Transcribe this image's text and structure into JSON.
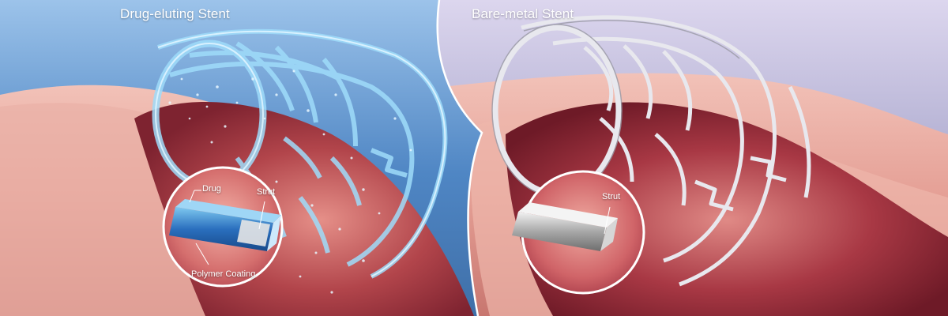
{
  "panels": {
    "left": {
      "title": "Drug-eluting Stent",
      "callout": {
        "drug_label": "Drug",
        "strut_label": "Strut",
        "coating_label": "Polymer Coating"
      }
    },
    "right": {
      "title": "Bare-metal Stent",
      "callout": {
        "strut_label": "Strut"
      }
    }
  },
  "colors": {
    "left_sky": "#4f86c4",
    "right_sky": "#b7b5d6",
    "vessel_wall": "#e6a29a",
    "vessel_lumen": "#b2454b",
    "drug_stent": "#8fd3f5",
    "metal_stent": "#e8e8ee",
    "divider": "#ffffff"
  }
}
